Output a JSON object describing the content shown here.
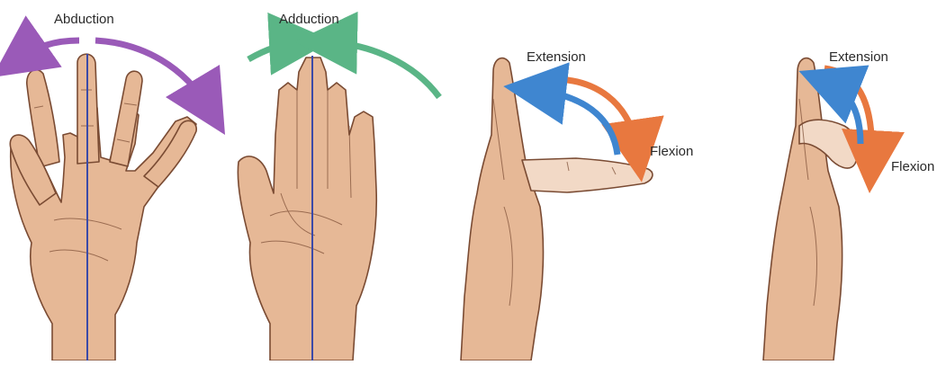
{
  "labels": {
    "abduction": "Abduction",
    "adduction": "Adduction",
    "extension_1": "Extension",
    "flexion_1": "Flexion",
    "extension_2": "Extension",
    "flexion_2": "Flexion"
  },
  "colors": {
    "skin": "#e6b896",
    "skin_light": "#f2d9c6",
    "outline": "#7a4b33",
    "midline": "#3b4aa8",
    "abduction_arrow": "#9a5ab8",
    "adduction_arrow": "#5ab586",
    "extension_arrow": "#e8783f",
    "flexion_arrow": "#3f86d0"
  }
}
